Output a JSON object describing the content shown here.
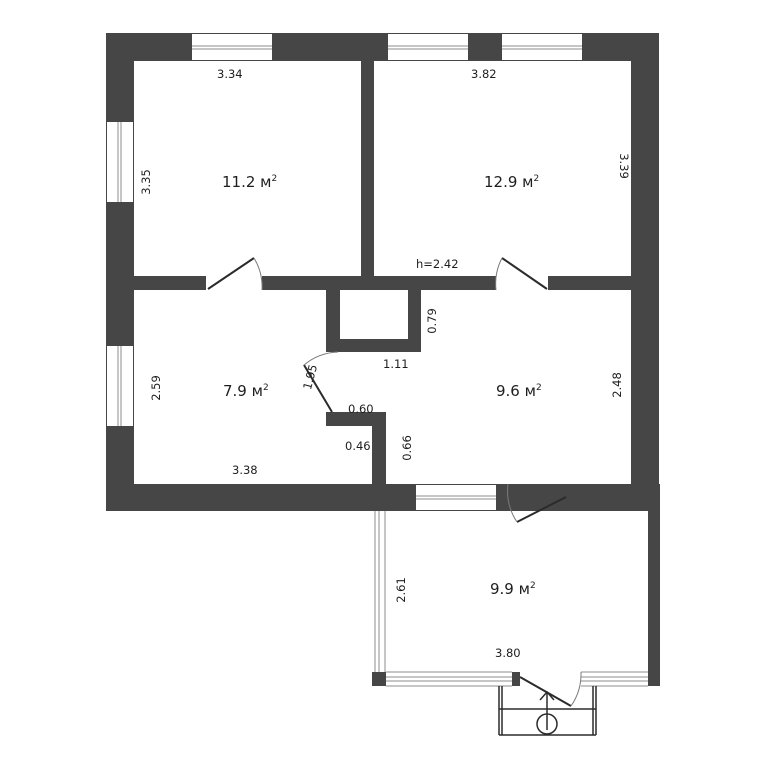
{
  "plan": {
    "colors": {
      "wall": "#464646",
      "background": "#ffffff",
      "text": "#1e1e1e"
    },
    "ceiling_height": "h=2.42",
    "rooms": [
      {
        "id": "room-top-left",
        "area": "11.2 м",
        "width": "3.34",
        "height": "3.35"
      },
      {
        "id": "room-top-right",
        "area": "12.9 м",
        "width": "3.82",
        "height": "3.39"
      },
      {
        "id": "room-middle-left",
        "area": "7.9 м",
        "width": "3.38",
        "height": "2.59"
      },
      {
        "id": "hall",
        "area": "9.6 м",
        "height": "2.48"
      },
      {
        "id": "room-bottom",
        "area": "9.9 м",
        "width": "3.80",
        "height": "2.61"
      }
    ],
    "area_unit_superscript": "2",
    "extra_dimensions": {
      "niche_height": "0.79",
      "niche_width": "1.11",
      "diagonal_wall": "1.95",
      "ledge_width": "0.60",
      "ledge_depth": "0.46",
      "corridor_wall": "0.66"
    }
  }
}
